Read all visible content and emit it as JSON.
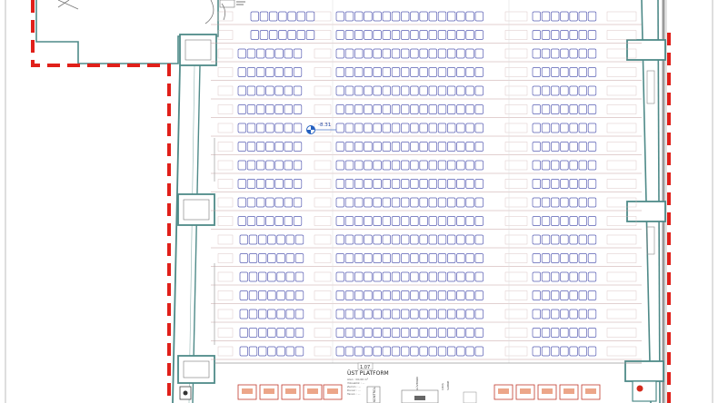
{
  "level_marker": {
    "value": "-8.31"
  },
  "platform": {
    "code": "1.07",
    "title": "ÜST PLATFORM",
    "note_lines": [
      "Alan : 00,00 m²",
      "Yükseklik : ...",
      "Zemin : ...",
      "Duvar : ...",
      "Tavan : ..."
    ]
  },
  "small_labels": [
    "KONTROL",
    "GÜVENLİK",
    "ÇIKIŞ",
    "SAHNE"
  ],
  "colors": {
    "wall": "#4e8a88",
    "seat": "#5a5fb4",
    "boundary": "#e0201a",
    "riser": "#c6a0a0",
    "grey": "#9a9a9a"
  }
}
